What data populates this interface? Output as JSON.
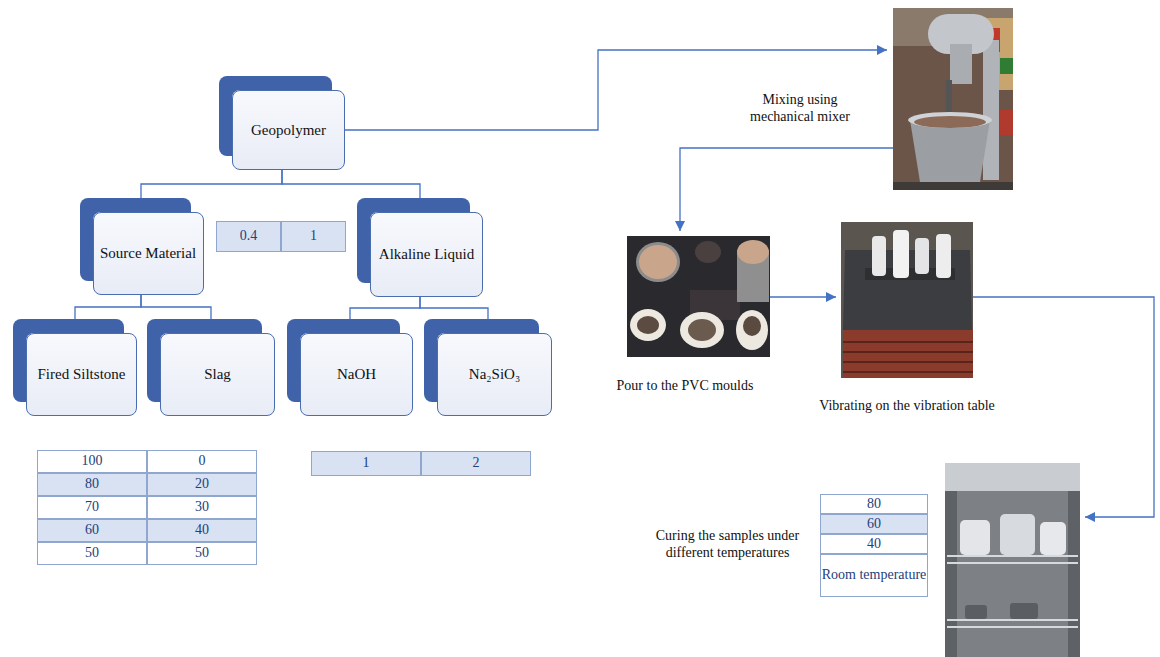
{
  "diagram": {
    "nodes": [
      {
        "text": [
          "Geopolymer"
        ]
      },
      {
        "text": [
          "Source Material"
        ]
      },
      {
        "text": [
          "Alkaline Liquid"
        ]
      },
      {
        "text": [
          "Fired Siltstone"
        ]
      },
      {
        "text": [
          "Slag"
        ]
      },
      {
        "text": [
          "NaOH"
        ]
      },
      {
        "text": [
          "Na₂SiO₃"
        ]
      },
      {
        "text": [
          "Mixing using mechanical mixer"
        ]
      },
      {
        "text": [
          "Pour to the PVC moulds"
        ]
      },
      {
        "text": [
          "Vibrating on the vibration table"
        ]
      },
      {
        "text": [
          "Curing the samples under different temperatures"
        ]
      }
    ],
    "edges": [
      {
        "from": 0,
        "to": 1,
        "arrow": "none"
      },
      {
        "from": 0,
        "to": 2,
        "arrow": "none"
      },
      {
        "from": 1,
        "to": 3,
        "arrow": "none"
      },
      {
        "from": 1,
        "to": 4,
        "arrow": "none"
      },
      {
        "from": 2,
        "to": 5,
        "arrow": "none"
      },
      {
        "from": 2,
        "to": 6,
        "arrow": "none"
      },
      {
        "from": 0,
        "to": 7,
        "arrow": "to"
      },
      {
        "from": 7,
        "to": 8,
        "arrow": "to"
      },
      {
        "from": 8,
        "to": 9,
        "arrow": "to"
      },
      {
        "from": 9,
        "to": 10,
        "arrow": "to"
      }
    ],
    "labels": [
      "0.4",
      "1",
      "100",
      "0",
      "80",
      "20",
      "70",
      "30",
      "60",
      "40",
      "50",
      "50",
      "1",
      "2",
      "80",
      "60",
      "40",
      "Room temperature"
    ]
  }
}
